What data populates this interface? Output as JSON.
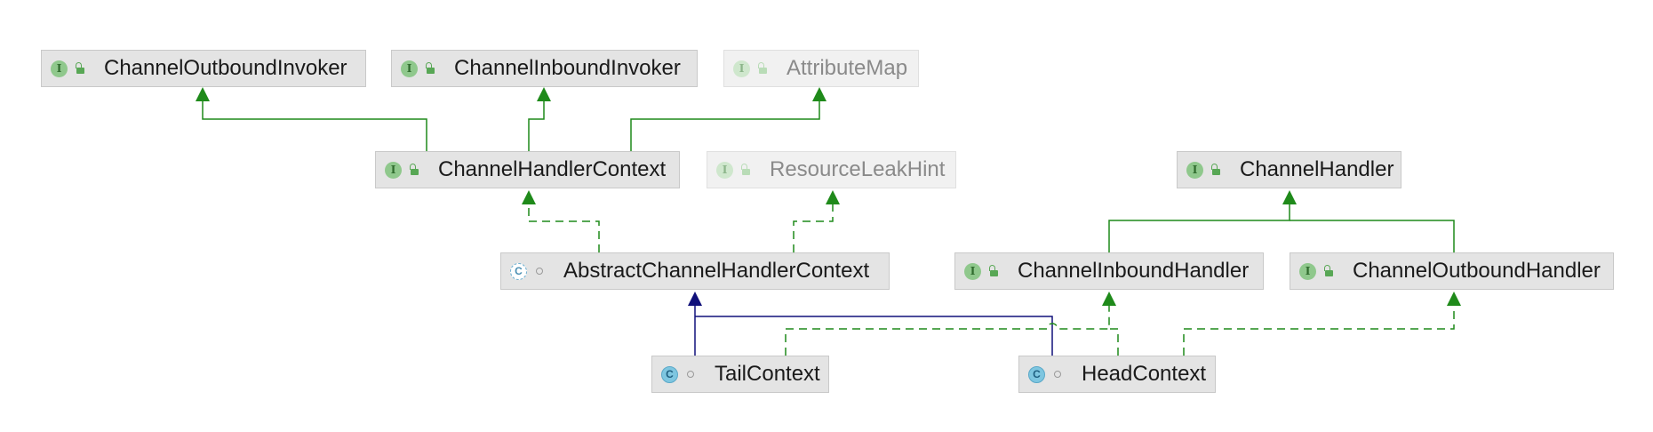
{
  "nodes": {
    "channel_outbound_invoker": {
      "label": "ChannelOutboundInvoker",
      "kind": "interface",
      "visibility": "unlock-icon",
      "faded": false
    },
    "channel_inbound_invoker": {
      "label": "ChannelInboundInvoker",
      "kind": "interface",
      "visibility": "unlock-icon",
      "faded": false
    },
    "attribute_map": {
      "label": "AttributeMap",
      "kind": "interface",
      "visibility": "unlock-icon",
      "faded": true
    },
    "channel_handler_context": {
      "label": "ChannelHandlerContext",
      "kind": "interface",
      "visibility": "unlock-icon",
      "faded": false
    },
    "resource_leak_hint": {
      "label": "ResourceLeakHint",
      "kind": "interface",
      "visibility": "unlock-icon",
      "faded": true
    },
    "channel_handler": {
      "label": "ChannelHandler",
      "kind": "interface",
      "visibility": "unlock-icon",
      "faded": false
    },
    "abstract_channel_handler_context": {
      "label": "AbstractChannelHandlerContext",
      "kind": "abstract-class",
      "visibility": "package-icon",
      "faded": false
    },
    "channel_inbound_handler": {
      "label": "ChannelInboundHandler",
      "kind": "interface",
      "visibility": "unlock-icon",
      "faded": false
    },
    "channel_outbound_handler": {
      "label": "ChannelOutboundHandler",
      "kind": "interface",
      "visibility": "unlock-icon",
      "faded": false
    },
    "tail_context": {
      "label": "TailContext",
      "kind": "class",
      "visibility": "package-icon",
      "faded": false
    },
    "head_context": {
      "label": "HeadContext",
      "kind": "class",
      "visibility": "package-icon",
      "faded": false
    }
  },
  "badge_letters": {
    "interface": "I",
    "class": "C",
    "abstract-class": "C"
  },
  "edges": [
    {
      "from": "channel_handler_context",
      "to": "channel_outbound_invoker",
      "type": "extends"
    },
    {
      "from": "channel_handler_context",
      "to": "channel_inbound_invoker",
      "type": "extends"
    },
    {
      "from": "channel_handler_context",
      "to": "attribute_map",
      "type": "extends"
    },
    {
      "from": "abstract_channel_handler_context",
      "to": "channel_handler_context",
      "type": "implements"
    },
    {
      "from": "abstract_channel_handler_context",
      "to": "resource_leak_hint",
      "type": "implements"
    },
    {
      "from": "channel_inbound_handler",
      "to": "channel_handler",
      "type": "extends"
    },
    {
      "from": "channel_outbound_handler",
      "to": "channel_handler",
      "type": "extends"
    },
    {
      "from": "tail_context",
      "to": "abstract_channel_handler_context",
      "type": "class-extends"
    },
    {
      "from": "head_context",
      "to": "abstract_channel_handler_context",
      "type": "class-extends"
    },
    {
      "from": "tail_context",
      "to": "channel_inbound_handler",
      "type": "implements"
    },
    {
      "from": "head_context",
      "to": "channel_inbound_handler",
      "type": "implements"
    },
    {
      "from": "head_context",
      "to": "channel_outbound_handler",
      "type": "implements"
    }
  ],
  "colors": {
    "interface_edge": "#1f8a1a",
    "class_edge": "#10107a",
    "node_bg": "#e4e4e4"
  }
}
